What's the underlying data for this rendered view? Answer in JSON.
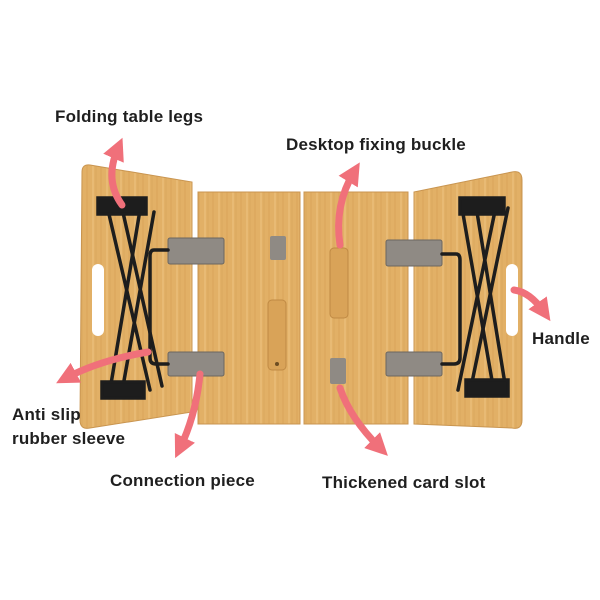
{
  "diagram": {
    "subject": "Folding bamboo table, underside view",
    "colors": {
      "background": "#ffffff",
      "wood": "#e2b066",
      "wood_dark": "#c99550",
      "metal_hinge": "#8f8a84",
      "leg_frame": "#1d1d1d",
      "arrow": "#f0707a",
      "label_text": "#1f1f1f"
    },
    "labels": {
      "folding_legs": "Folding table legs",
      "fixing_buckle": "Desktop fixing buckle",
      "handle": "Handle",
      "anti_slip_line1": "Anti slip",
      "anti_slip_line2": "rubber sleeve",
      "connection": "Connection piece",
      "card_slot": "Thickened card slot"
    }
  }
}
